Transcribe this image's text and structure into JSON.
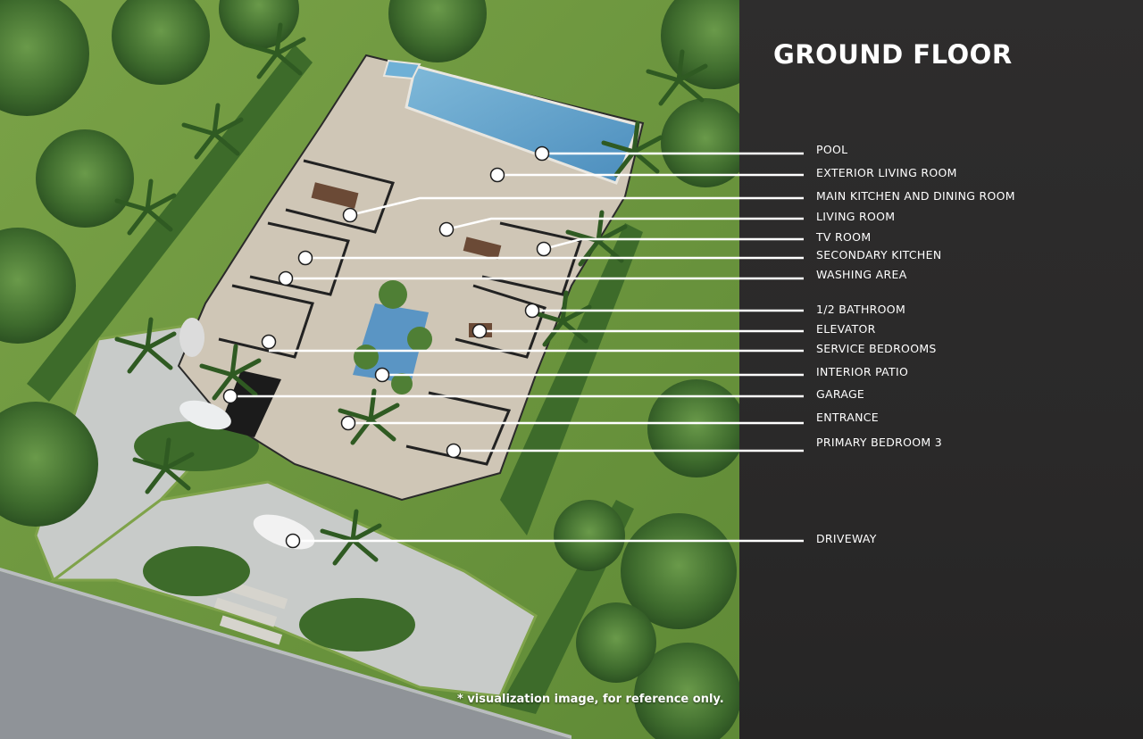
{
  "title": "GROUND FLOOR",
  "disclaimer": "* visualization image, for reference only.",
  "rooms": [
    {
      "label": "POOL"
    },
    {
      "label": "EXTERIOR LIVING ROOM"
    },
    {
      "label": "MAIN KITCHEN AND DINING ROOM"
    },
    {
      "label": "LIVING ROOM"
    },
    {
      "label": "TV ROOM"
    },
    {
      "label": "SECONDARY KITCHEN"
    },
    {
      "label": "WASHING AREA"
    },
    {
      "label": "1/2 BATHROOM"
    },
    {
      "label": "ELEVATOR"
    },
    {
      "label": "SERVICE BEDROOMS"
    },
    {
      "label": "INTERIOR PATIO"
    },
    {
      "label": "GARAGE"
    },
    {
      "label": "ENTRANCE"
    },
    {
      "label": "PRIMARY BEDROOM 3"
    },
    {
      "label": "DRIVEWAY"
    }
  ],
  "colors": {
    "panel": "#2b2a2a",
    "lawn": "#6f9a3f",
    "hedge": "#3f6a2a",
    "pool": "#5f9fc8",
    "road": "#8e9297",
    "deck": "#c9bfae",
    "marker": "#ffffff"
  }
}
